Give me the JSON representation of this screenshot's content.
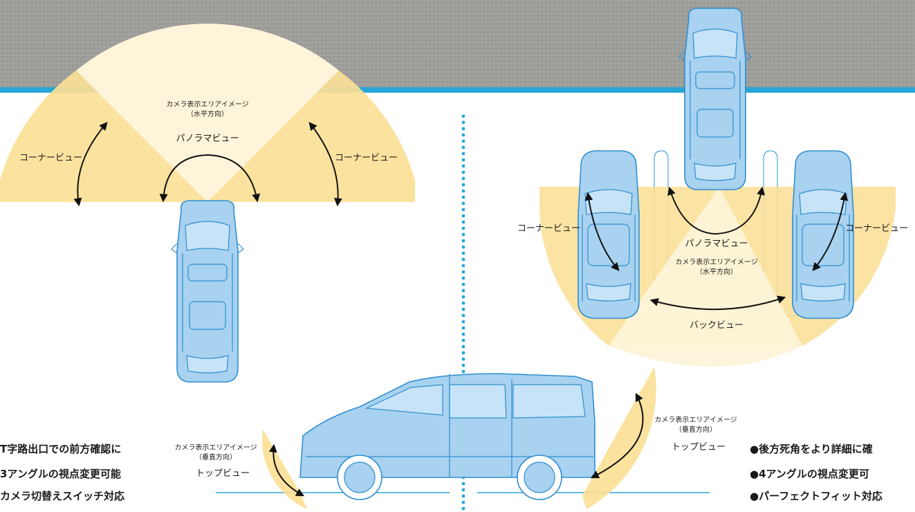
{
  "colors": {
    "asphalt": "#9b9b98",
    "band": "#27a7d6",
    "corner_fan": "#fbdf96",
    "panorama_fan": "#fdf4d9",
    "car_fill": "#a8d2ef",
    "car_stroke": "#2f8ed0",
    "divider_dots": "#27a7d6"
  },
  "left_top": {
    "area_label_line1": "カメラ表示エリアイメージ",
    "area_label_line2": "（水平方向）",
    "panorama_label": "パノラマビュー",
    "corner_left_label": "コーナービュー",
    "corner_right_label": "コーナービュー"
  },
  "right_top": {
    "corner_left_label": "コーナービュー",
    "corner_right_label": "コーナービュー",
    "panorama_label": "パノラマビュー",
    "area_label_line1": "カメラ表示エリアイメージ",
    "area_label_line2": "（水平方向）",
    "back_label": "バックビュー"
  },
  "left_bottom": {
    "area_label_line1": "カメラ表示エリアイメージ",
    "area_label_line2": "（垂直方向）",
    "top_view_label": "トップビュー",
    "features": [
      "T字路出口での前方確認に",
      "3アングルの視点変更可能",
      "カメラ切替えスイッチ対応"
    ]
  },
  "right_bottom": {
    "area_label_line1": "カメラ表示エリアイメージ",
    "area_label_line2": "（垂直方向）",
    "top_view_label": "トップビュー",
    "features": [
      "●後方死角をより詳細に確",
      "●4アングルの視点変更可",
      "●パーフェクトフィット対応"
    ]
  }
}
